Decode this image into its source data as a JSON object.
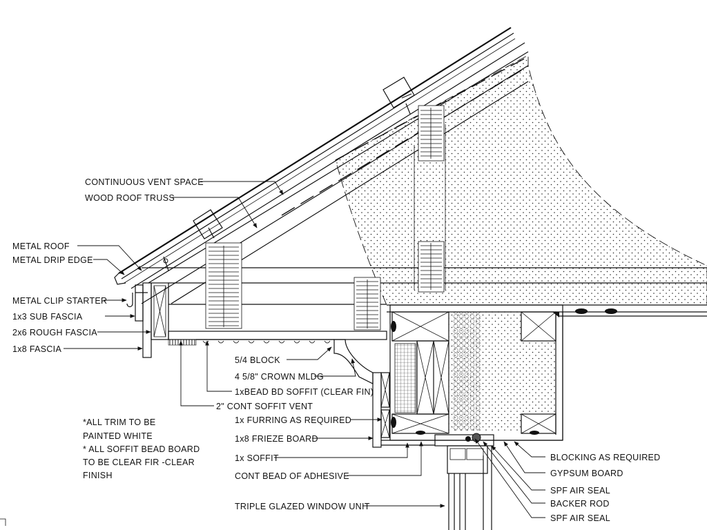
{
  "labels": {
    "continuous_vent_space": "CONTINUOUS VENT SPACE",
    "wood_roof_truss": "WOOD ROOF TRUSS",
    "metal_roof": "METAL ROOF",
    "metal_drip_edge": "METAL DRIP EDGE",
    "metal_clip_starter": "METAL CLIP STARTER",
    "sub_fascia": "1x3 SUB FASCIA",
    "rough_fascia": "2x6 ROUGH FASCIA",
    "fascia": "1x8 FASCIA",
    "block": "5/4 BLOCK",
    "crown_mldg": "4 5/8\" CROWN MLDG",
    "bead_soffit": "1xBEAD BD SOFFIT (CLEAR FIN)",
    "soffit_vent": "2\" CONT SOFFIT VENT",
    "furring": "1x FURRING AS REQUIRED",
    "frieze_board": "1x8 FRIEZE BOARD",
    "soffit": "1x SOFFIT",
    "bead_adhesive": "CONT BEAD OF ADHESIVE",
    "window_unit": "TRIPLE GLAZED WINDOW UNIT",
    "blocking": "BLOCKING AS REQUIRED",
    "gypsum": "GYPSUM BOARD",
    "spf_air_seal_1": "SPF AIR SEAL",
    "backer_rod": "BACKER ROD",
    "spf_air_seal_2": "SPF AIR SEAL"
  },
  "notes": {
    "line1": "*ALL TRIM TO BE",
    "line2": "PAINTED WHITE",
    "line3": "* ALL SOFFIT BEAD BOARD",
    "line4": "TO BE CLEAR FIR -CLEAR",
    "line5": "FINISH"
  }
}
